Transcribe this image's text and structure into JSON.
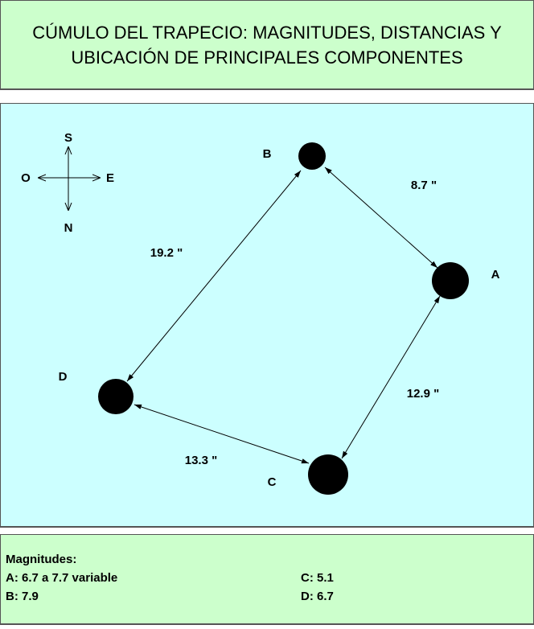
{
  "title": {
    "line1": "CÚMULO DEL TRAPECIO: MAGNITUDES, DISTANCIAS Y",
    "line2": "UBICACIÓN DE PRINCIPALES COMPONENTES"
  },
  "compass": {
    "north": "N",
    "south": "S",
    "east": "E",
    "west": "O"
  },
  "stars": {
    "A": "A",
    "B": "B",
    "C": "C",
    "D": "D"
  },
  "distances": {
    "BA": "8.7 \"",
    "BD": "19.2 \"",
    "AC": "12.9 \"",
    "DC": "13.3 \""
  },
  "magnitudes": {
    "heading": "Magnitudes:",
    "A": "A: 6.7 a 7.7 variable",
    "B": "B: 7.9",
    "C": "C: 5.1",
    "D": "D: 6.7"
  },
  "colors": {
    "title_bg": "#ccffcc",
    "diagram_bg": "#ccffff"
  }
}
